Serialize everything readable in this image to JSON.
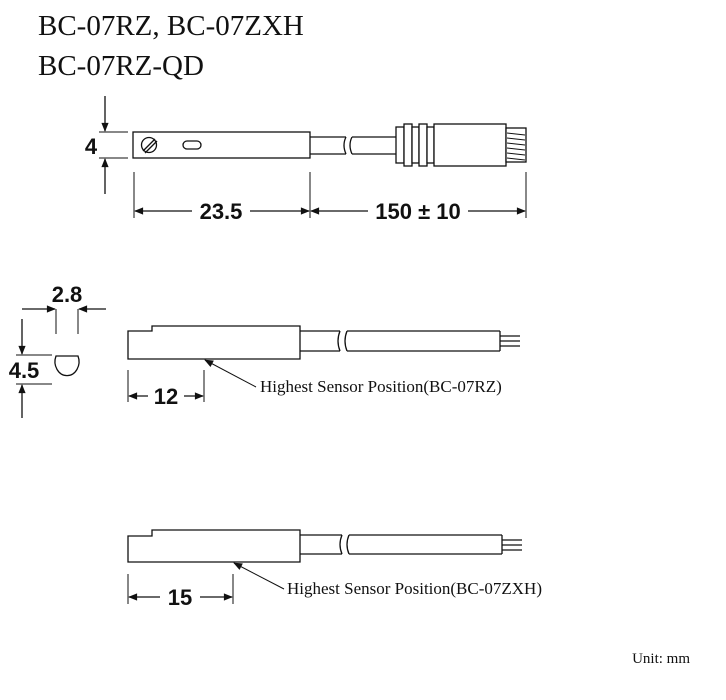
{
  "title": {
    "line1": "BC-07RZ, BC-07ZXH",
    "line2": "BC-07RZ-QD"
  },
  "top_view": {
    "height_dim": "4",
    "body_length_dim": "23.5",
    "cable_length_dim": "150 ± 10"
  },
  "middle_view": {
    "width_dim": "2.8",
    "height_dim": "4.5",
    "position_dim": "12",
    "position_note": "Highest Sensor Position(BC-07RZ)"
  },
  "bottom_view": {
    "position_dim": "15",
    "position_note": "Highest Sensor Position(BC-07ZXH)"
  },
  "unit_label": "Unit: mm"
}
